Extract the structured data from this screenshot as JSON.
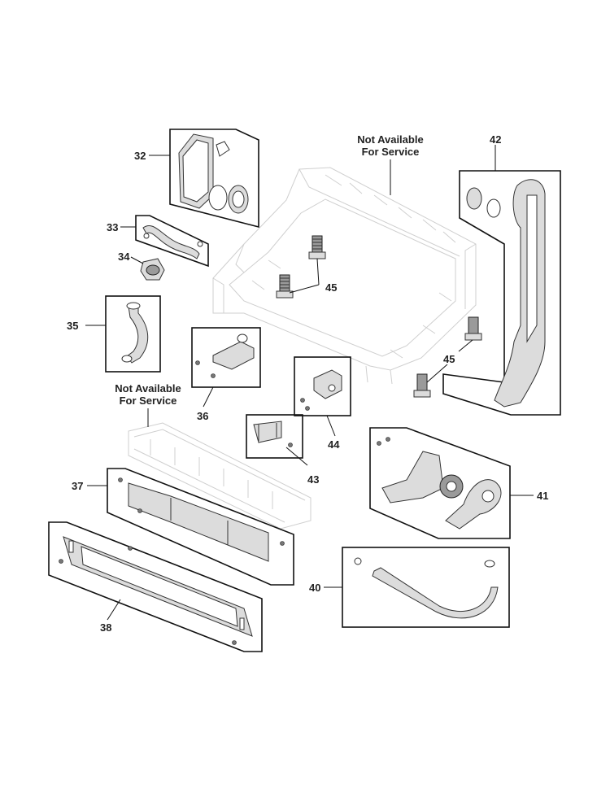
{
  "notes": {
    "tub_not_available_line1": "Not Available",
    "tub_not_available_line2": "For Service",
    "panel_not_available_line1": "Not Available",
    "panel_not_available_line2": "For Service"
  },
  "callouts": {
    "c32": "32",
    "c33": "33",
    "c34": "34",
    "c35": "35",
    "c36": "36",
    "c37": "37",
    "c38": "38",
    "c40": "40",
    "c41": "41",
    "c42": "42",
    "c43": "43",
    "c44": "44",
    "c45a": "45",
    "c45b": "45"
  },
  "colors": {
    "line": "#111111",
    "ghost": "#cfcfcf",
    "part_fill": "#dcdcdc"
  }
}
